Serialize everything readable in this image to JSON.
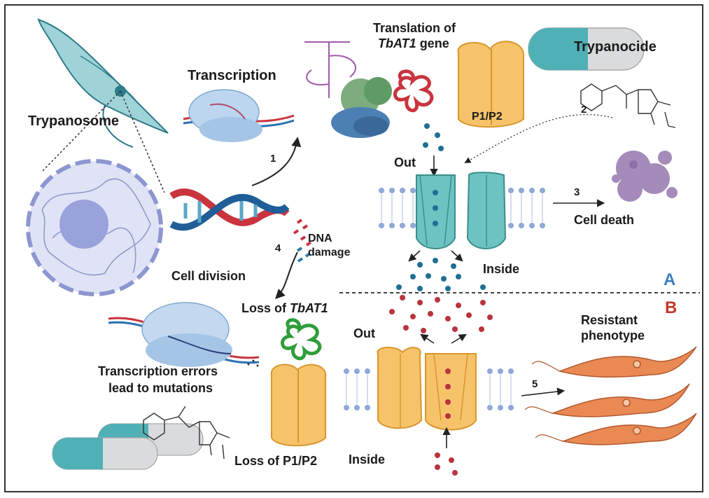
{
  "labels": {
    "trypanosome": "Trypanosome",
    "transcription": "Transcription",
    "translation_line1": "Translation of",
    "translation_gene": "TbAT1",
    "translation_gene_word": "gene",
    "p1p2": "P1/P2",
    "trypanocide": "Trypanocide",
    "out_a": "Out",
    "inside_a": "Inside",
    "cell_death": "Cell death",
    "dna_damage_line1": "DNA",
    "dna_damage_line2": "damage",
    "cell_division": "Cell division",
    "loss_of": "Loss of",
    "loss_gene": "TbAT1",
    "out_b": "Out",
    "inside_b": "Inside",
    "resistant_line1": "Resistant",
    "resistant_line2": "phenotype",
    "transcription_errors_line1": "Transcription errors",
    "transcription_errors_line2": "lead to mutations",
    "loss_p1p2": "Loss of P1/P2",
    "panel_a": "A",
    "panel_b": "B"
  },
  "steps": {
    "s1": "1",
    "s2": "2",
    "s3": "3",
    "s4": "4",
    "s5": "5"
  },
  "colors": {
    "panel_a": "#3a7fc1",
    "panel_b": "#c0392b",
    "transporter_teal": "#6cc3c1",
    "transporter_orange": "#f6c36a",
    "dot_blue": "#1f6f93",
    "dot_red": "#b8333d",
    "parasite": "#e98a55",
    "dead_cell": "#a58bb9",
    "nucleus": "#c3c9ea"
  }
}
